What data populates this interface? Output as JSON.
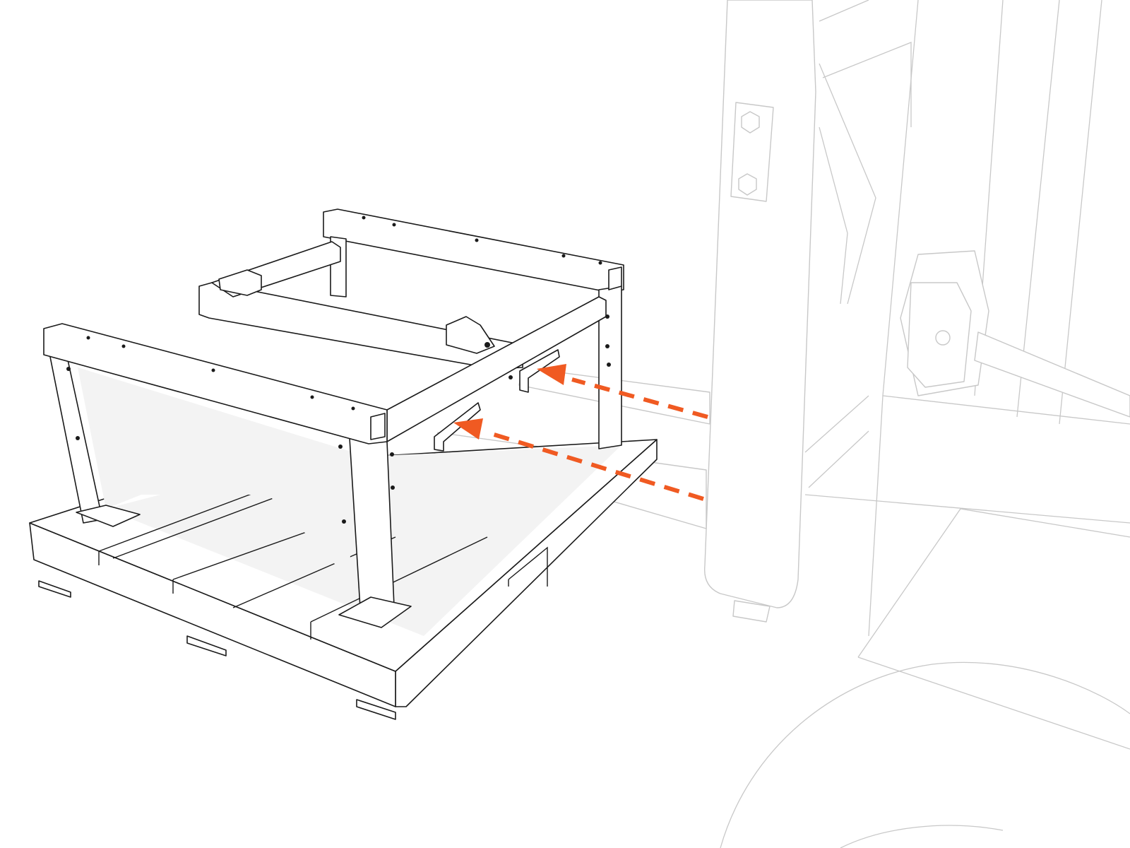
{
  "illustration": {
    "subject": "forklift-lifting-crated-frame-on-pallet",
    "colors": {
      "line_dark": "#1a1a1a",
      "line_light": "#c8c8c8",
      "shadow": "#f3f3f3",
      "arrow": "#f05a22",
      "background": "#ffffff"
    },
    "arrows": [
      {
        "name": "upper-fork-insert-direction"
      },
      {
        "name": "lower-fork-insert-direction"
      }
    ]
  }
}
